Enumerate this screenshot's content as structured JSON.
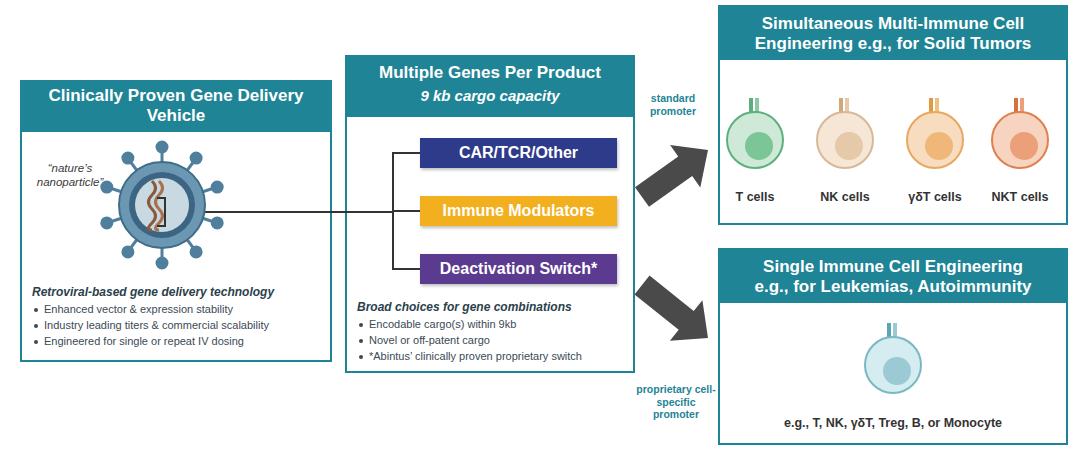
{
  "diagram": {
    "nodes": [
      {
        "text": [
          "Clinically Proven Gene Delivery Vehicle",
          "“nature’s nanoparticle”",
          "Retroviral-based gene delivery technology",
          "Enhanced vector & expression stability",
          "Industry leading titers & commercial scalability",
          "Engineered for single or repeat IV dosing"
        ]
      },
      {
        "text": [
          "Multiple Genes Per Product",
          "9 kb cargo capacity",
          "Broad choices for gene combinations",
          "Encodable cargo(s) within 9kb",
          "Novel or off-patent cargo",
          "*Abintus’ clinically proven proprietary switch"
        ]
      },
      {
        "text": [
          "CAR/TCR/Other"
        ],
        "in": 1
      },
      {
        "text": [
          "Immune Modulators"
        ],
        "in": 1
      },
      {
        "text": [
          "Deactivation Switch*"
        ],
        "in": 1
      },
      {
        "text": [
          "Simultaneous Multi-Immune Cell Engineering e.g., for Solid Tumors",
          "T cells",
          "NK cells",
          "γδT cells",
          "NKT cells"
        ]
      },
      {
        "text": [
          "Single Immune Cell Engineering e.g., for Leukemias, Autoimmunity",
          "e.g., T, NK, γδT, Treg, B, or Monocyte"
        ]
      }
    ],
    "edges": [
      {
        "from": 0,
        "to": 2,
        "arrow": "none"
      },
      {
        "from": 0,
        "to": 3,
        "arrow": "none"
      },
      {
        "from": 0,
        "to": 4,
        "arrow": "none"
      },
      {
        "from": 1,
        "to": 5,
        "label": "standard promoter",
        "arrow": "to"
      },
      {
        "from": 1,
        "to": 6,
        "label": "proprietary cell-specific promoter",
        "arrow": "to"
      }
    ]
  }
}
